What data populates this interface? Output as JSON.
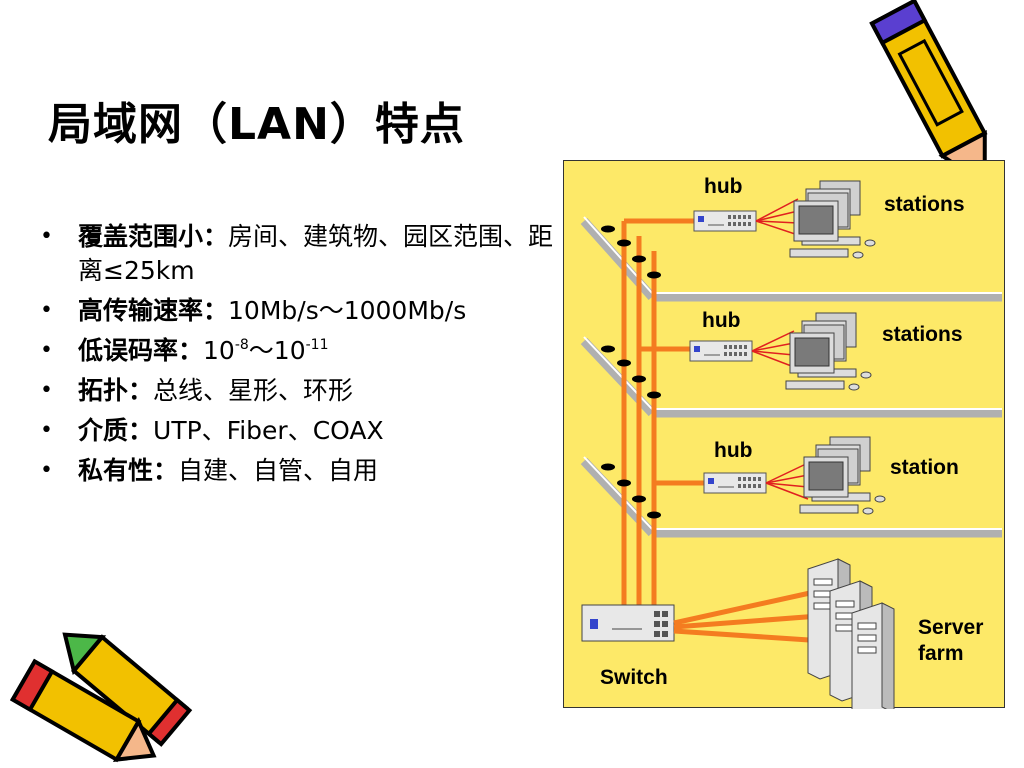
{
  "title": "局域网（LAN）特点",
  "bullets": [
    {
      "label": "覆盖范围小：",
      "text": "房间、建筑物、园区范围、距离≤25km"
    },
    {
      "label": "高传输速率：",
      "text": "10Mb/s～1000Mb/s"
    },
    {
      "label": "低误码率：",
      "text_a": "10",
      "sup_a": "-8",
      "text_b": "～10",
      "sup_b": "-11"
    },
    {
      "label": "拓扑：",
      "text": "总线、星形、环形"
    },
    {
      "label": "介质：",
      "text": "UTP、Fiber、COAX"
    },
    {
      "label": "私有性：",
      "text": "自建、自管、自用"
    }
  ],
  "diagram": {
    "floors": [
      {
        "hub": "hub",
        "stations": "stations"
      },
      {
        "hub": "hub",
        "stations": "stations"
      },
      {
        "hub": "hub",
        "stations": "station"
      }
    ],
    "switch": "Switch",
    "server_farm": [
      "Server",
      "farm"
    ]
  },
  "colors": {
    "panel": "#fde968",
    "cable": "#f47c20",
    "link": "#e02020",
    "floor": "#b0b0b0"
  },
  "icons": [
    "pencil-icon",
    "hub-icon",
    "workstation-icon",
    "switch-icon",
    "server-icon"
  ]
}
